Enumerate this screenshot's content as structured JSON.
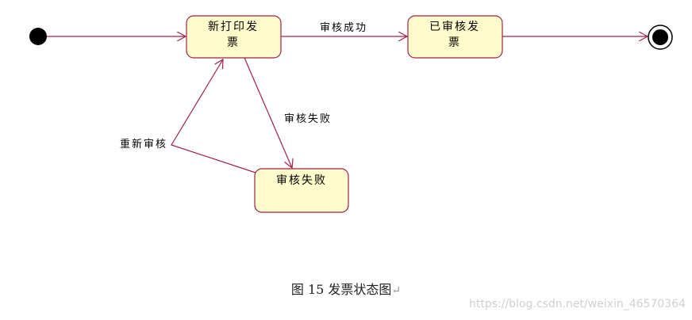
{
  "colors": {
    "state_fill": "#fffccc",
    "state_stroke": "#a0204a",
    "edge": "#a0204a",
    "node": "#000000"
  },
  "nodes": {
    "new_invoice": {
      "line1": "新打印发",
      "line2": "票"
    },
    "approved": {
      "line1": "已审核发",
      "line2": "票"
    },
    "failed": {
      "line1": "审核失败"
    }
  },
  "edges": {
    "approve_success": "审核成功",
    "approve_fail": "审核失败",
    "re_review": "重新审核"
  },
  "caption": "图 15 发票状态图",
  "caption_mark": "↵",
  "watermark": "https://blog.csdn.net/weixin_46570364"
}
